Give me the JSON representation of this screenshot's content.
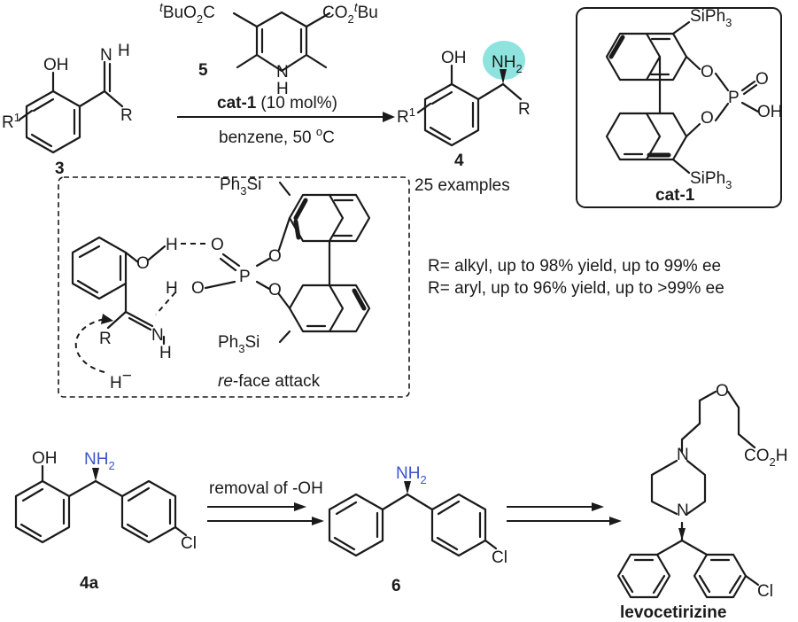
{
  "reaction": {
    "substrate_number": "3",
    "substrate_oh": "OH",
    "substrate_n": "N",
    "substrate_h": "H",
    "substrate_r": "R",
    "substrate_r1": "R",
    "substrate_r1_sup": "1",
    "reagent_number": "5",
    "reagent_ester_left": "BuO",
    "reagent_ester_left_sub": "2",
    "reagent_ester_left_prefix": "t",
    "reagent_ester_left_c": "C",
    "reagent_ester_right": "CO",
    "reagent_ester_right_sub": "2",
    "reagent_ester_right_sup": "t",
    "reagent_ester_right_tail": "Bu",
    "reagent_nh_n": "N",
    "reagent_nh_h": "H",
    "catalyst_label": "cat-1",
    "catalyst_loading": "(10 mol%)",
    "conditions": "benzene, 50 ",
    "conditions_deg": "o",
    "conditions_unit": "C",
    "product_number": "4",
    "product_oh": "OH",
    "product_nh2": "NH",
    "product_nh2_sub": "2",
    "product_r": "R",
    "product_r1": "R",
    "product_r1_sup": "1",
    "examples": "25 examples"
  },
  "catalyst_box": {
    "label": "cat-1",
    "siph3_top": "SiPh",
    "siph3_top_sub": "3",
    "siph3_bottom": "SiPh",
    "siph3_bottom_sub": "3",
    "o1": "O",
    "o2": "O",
    "p": "P",
    "o_double": "O",
    "oh": "OH"
  },
  "transition_state": {
    "ph3si_top": "Ph",
    "ph3si_top_sub": "3",
    "ph3si_top_si": "Si",
    "ph3si_bottom": "Ph",
    "ph3si_bottom_sub": "3",
    "ph3si_bottom_si": "Si",
    "o_phenol": "O",
    "h1": "H",
    "o_a": "O",
    "p": "P",
    "o_b": "O",
    "o_c": "O",
    "h2": "H",
    "o_d": "O",
    "n": "N",
    "nh": "H",
    "r": "R",
    "hydride": "H",
    "hydride_charge": "−",
    "caption_italic": "re",
    "caption_rest": "-face attack"
  },
  "scope": {
    "alkyl": "R= alkyl, up to 98% yield, up to 99% ee",
    "aryl": "R= aryl, up to 96% yield, up to >99% ee"
  },
  "synthesis": {
    "compound_4a": "4a",
    "oh_4a": "OH",
    "nh2_4a": "NH",
    "nh2_4a_sub": "2",
    "cl_4a": "Cl",
    "step1": "removal of -OH",
    "compound_6": "6",
    "nh2_6": "NH",
    "nh2_6_sub": "2",
    "cl_6": "Cl",
    "target": "levocetirizine",
    "n_top": "N",
    "n_bottom": "N",
    "o_ether": "O",
    "co2h": "CO",
    "co2h_sub": "2",
    "co2h_h": "H",
    "cl_target": "Cl"
  },
  "colors": {
    "highlight": "#8fe3df",
    "amine": "#3b55c9",
    "ink": "#1a1a1a"
  }
}
